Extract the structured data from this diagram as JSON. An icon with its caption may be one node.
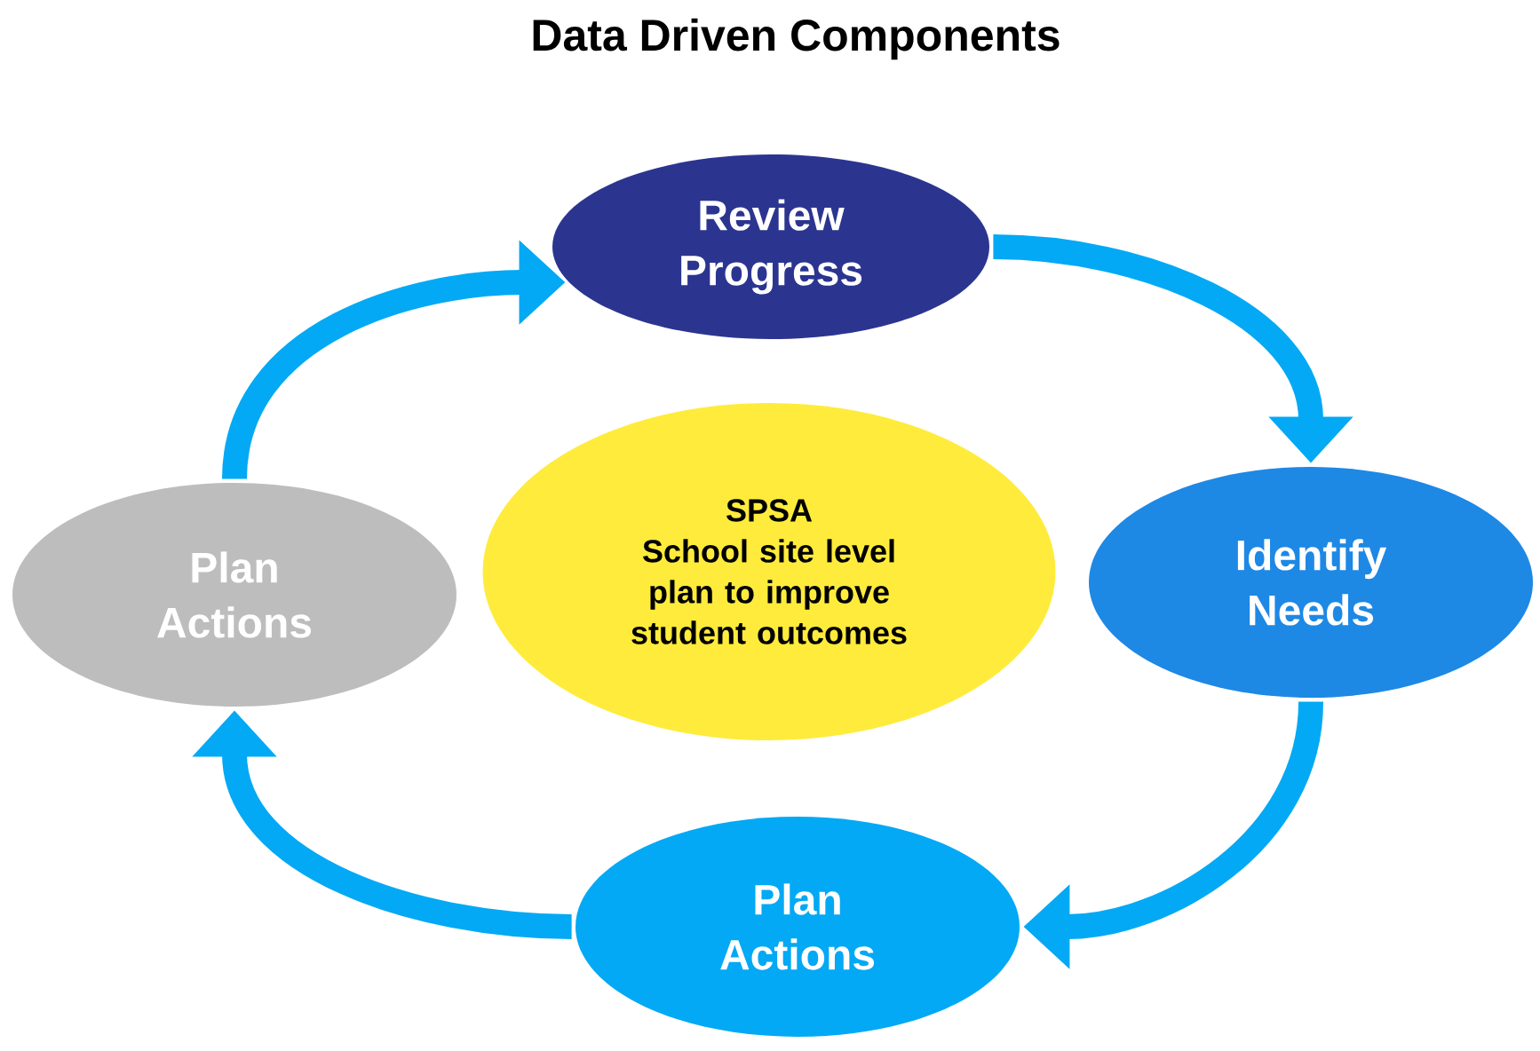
{
  "diagram": {
    "title": "Data Driven Components",
    "nodes": [
      {
        "text": [
          "Review Progress"
        ]
      },
      {
        "text": [
          "Identify Needs"
        ]
      },
      {
        "text": [
          "Plan Actions"
        ]
      },
      {
        "text": [
          "Plan Actions"
        ]
      },
      {
        "text": [
          "SPSA",
          "School site level plan to improve student outcomes"
        ]
      }
    ],
    "edges": [
      {
        "from": 0,
        "to": 1,
        "arrow": "to"
      },
      {
        "from": 1,
        "to": 2,
        "arrow": "to"
      },
      {
        "from": 2,
        "to": 3,
        "arrow": "to"
      },
      {
        "from": 3,
        "to": 0,
        "arrow": "to"
      }
    ]
  }
}
